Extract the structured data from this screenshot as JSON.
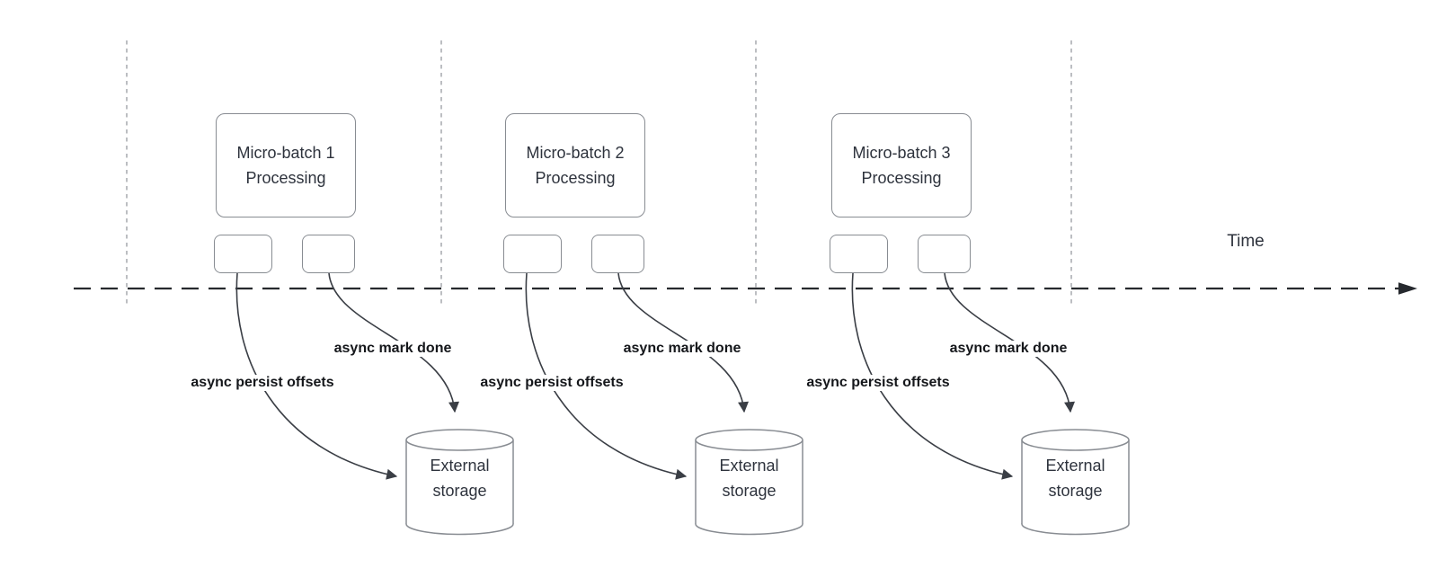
{
  "colors": {
    "canvas-bg": "#ffffff",
    "timeline-stroke": "#26292e",
    "grid-stroke": "#a6a9ad",
    "shape-border": "#888c92",
    "edge-stroke": "#3a3e45",
    "shape-text": "#2e333d",
    "edge-label-text": "#15171b"
  },
  "timeline": {
    "label": "Time"
  },
  "groups": [
    {
      "processing_label": "Micro-batch 1 Processing",
      "persist_label": "async persist offsets",
      "mark_done_label": "async mark done",
      "storage_label": "External storage"
    },
    {
      "processing_label": "Micro-batch 2 Processing",
      "persist_label": "async persist offsets",
      "mark_done_label": "async mark done",
      "storage_label": "External storage"
    },
    {
      "processing_label": "Micro-batch 3 Processing",
      "persist_label": "async persist offsets",
      "mark_done_label": "async mark done",
      "storage_label": "External storage"
    }
  ]
}
